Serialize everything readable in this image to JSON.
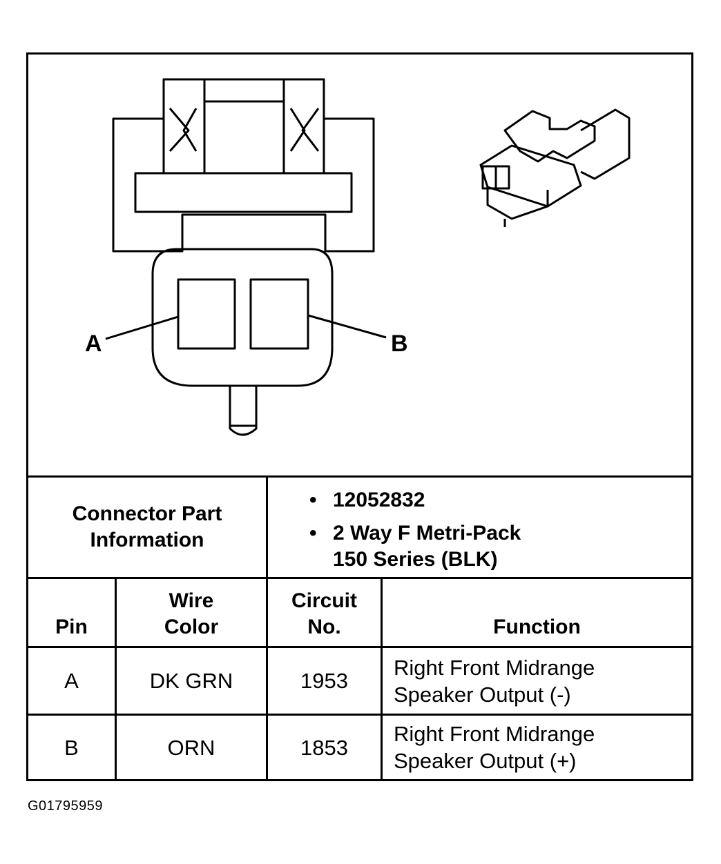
{
  "diagram": {
    "pin_labels": [
      "A",
      "B"
    ]
  },
  "connector_info": {
    "label_line1": "Connector Part",
    "label_line2": "Information",
    "bullets": [
      {
        "line1": "12052832",
        "line2": ""
      },
      {
        "line1": "2 Way F Metri-Pack",
        "line2": "150 Series (BLK)"
      }
    ]
  },
  "table": {
    "headers": {
      "pin": "Pin",
      "wire_color_1": "Wire",
      "wire_color_2": "Color",
      "circuit_1": "Circuit",
      "circuit_2": "No.",
      "function": "Function"
    },
    "rows": [
      {
        "pin": "A",
        "wire_color": "DK GRN",
        "circuit": "1953",
        "function_1": "Right Front Midrange",
        "function_2": "Speaker Output (-)"
      },
      {
        "pin": "B",
        "wire_color": "ORN",
        "circuit": "1853",
        "function_1": "Right Front Midrange",
        "function_2": "Speaker Output (+)"
      }
    ]
  },
  "figure_id": "G01795959"
}
